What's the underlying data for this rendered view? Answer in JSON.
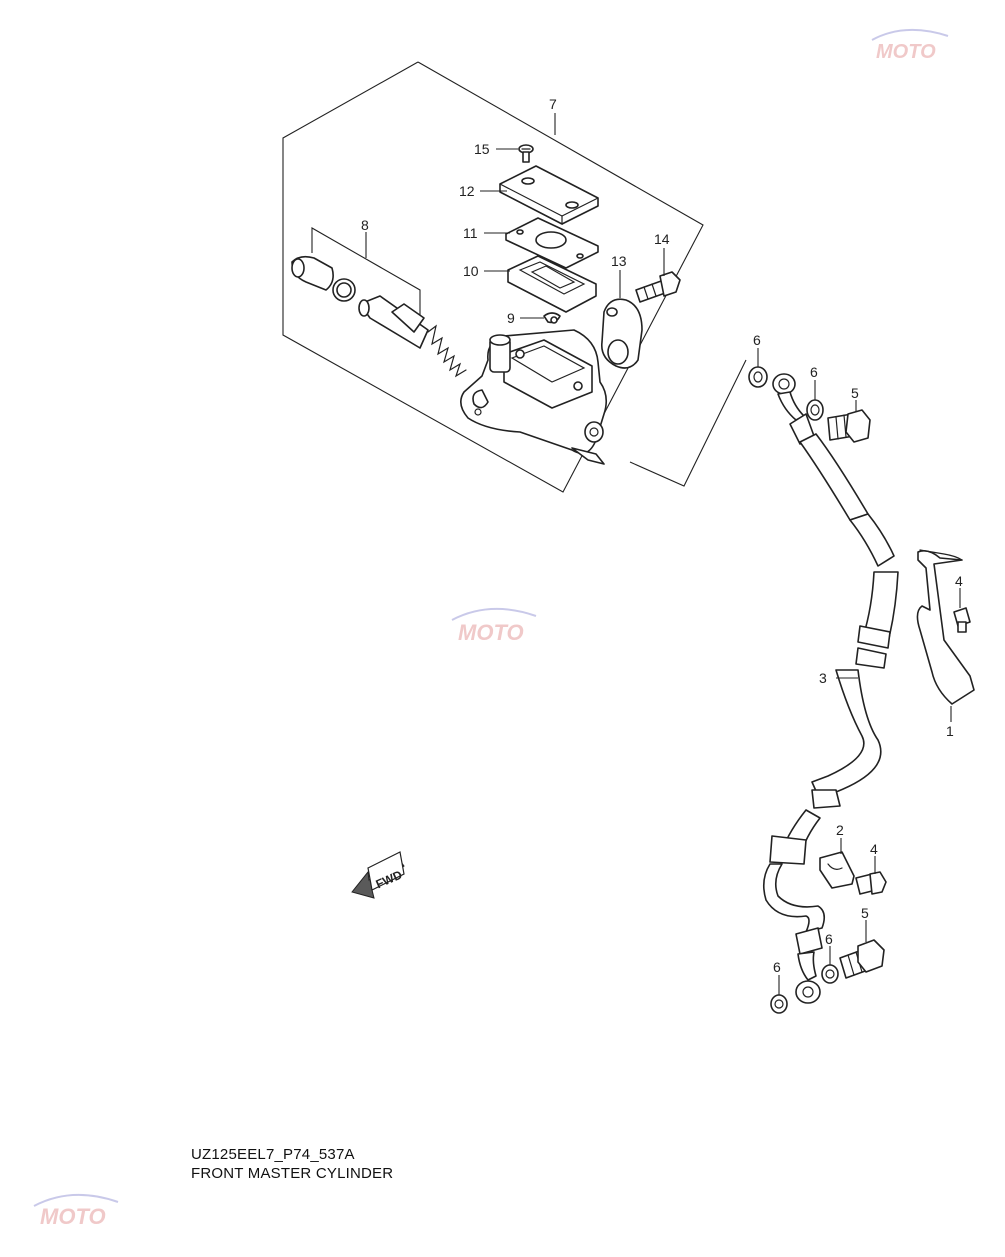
{
  "diagram": {
    "callouts": [
      {
        "id": "7",
        "label": "7"
      },
      {
        "id": "15",
        "label": "15"
      },
      {
        "id": "12",
        "label": "12"
      },
      {
        "id": "11",
        "label": "11"
      },
      {
        "id": "10",
        "label": "10"
      },
      {
        "id": "14",
        "label": "14"
      },
      {
        "id": "13",
        "label": "13"
      },
      {
        "id": "8",
        "label": "8"
      },
      {
        "id": "9",
        "label": "9"
      },
      {
        "id": "6a",
        "label": "6"
      },
      {
        "id": "6b",
        "label": "6"
      },
      {
        "id": "5a",
        "label": "5"
      },
      {
        "id": "4a",
        "label": "4"
      },
      {
        "id": "3",
        "label": "3"
      },
      {
        "id": "1",
        "label": "1"
      },
      {
        "id": "2",
        "label": "2"
      },
      {
        "id": "4b",
        "label": "4"
      },
      {
        "id": "5b",
        "label": "5"
      },
      {
        "id": "6c",
        "label": "6"
      },
      {
        "id": "6d",
        "label": "6"
      }
    ],
    "fwd_arrow_text": "FWD",
    "watermark_text": "MOTO",
    "caption": {
      "code": "UZ125EEL7_P74_537A",
      "title": "FRONT MASTER CYLINDER"
    }
  }
}
